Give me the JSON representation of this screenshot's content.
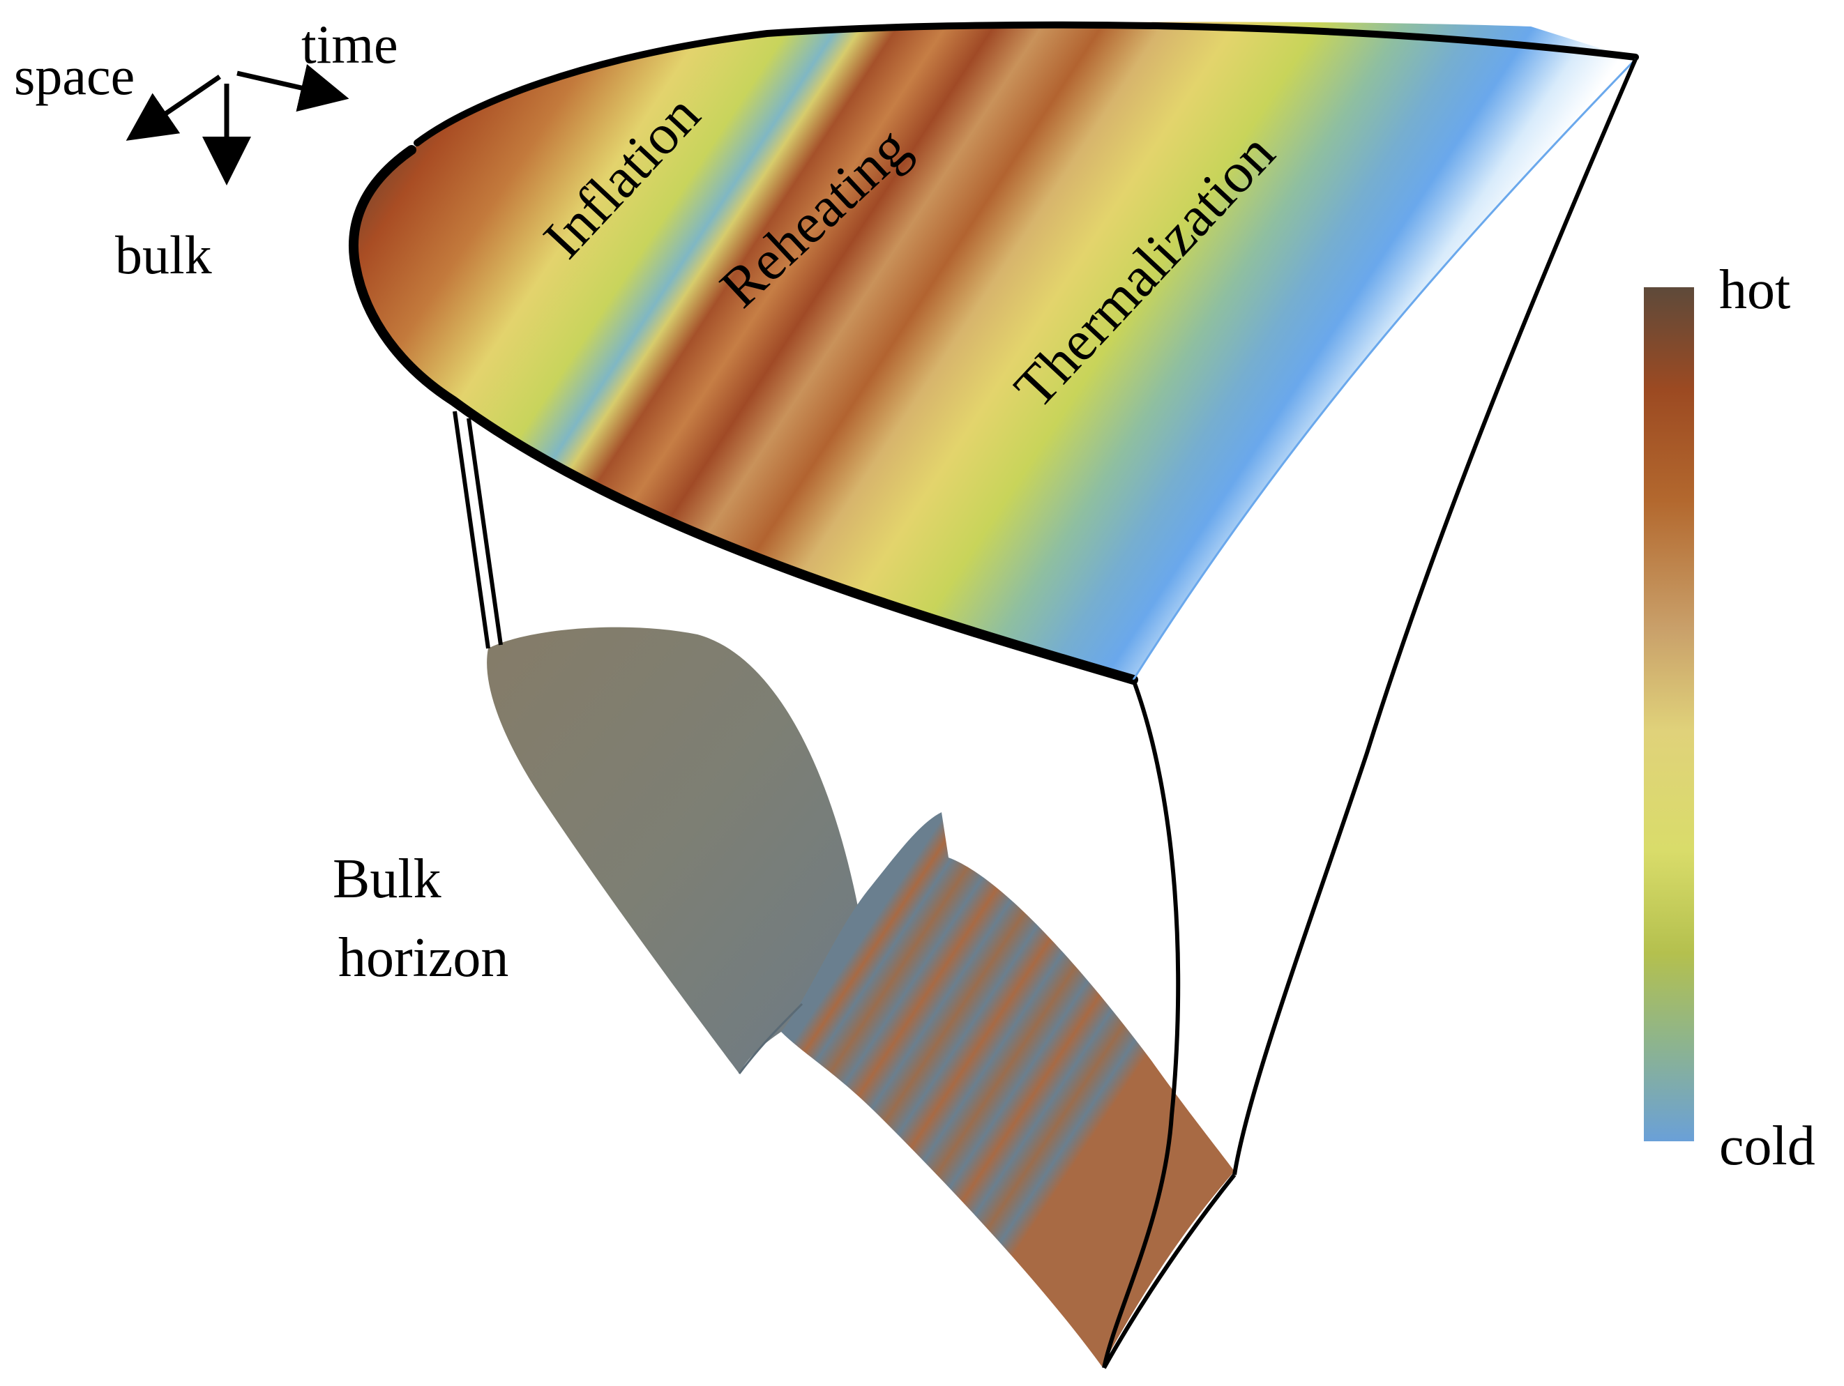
{
  "axes": {
    "space": "space",
    "time": "time",
    "bulk": "bulk"
  },
  "phases": {
    "inflation": "Inflation",
    "reheating": "Reheating",
    "thermalization": "Thermalization"
  },
  "horizon": {
    "line1": "Bulk",
    "line2": "horizon"
  },
  "colorbar": {
    "top_label": "hot",
    "bottom_label": "cold",
    "stops": [
      "#5e4a3a",
      "#9c4a22",
      "#b3682e",
      "#c9a06a",
      "#e0d27a",
      "#d9dc6a",
      "#b4c04e",
      "#8fb58a",
      "#6aa0d8"
    ]
  },
  "surface_colors": {
    "hot": "#a94d24",
    "warm": "#e3d36d",
    "mid": "#c8d45c",
    "cold": "#76aed0",
    "coldest": "#6aa8ec",
    "horizon": "#7f7a6c"
  }
}
